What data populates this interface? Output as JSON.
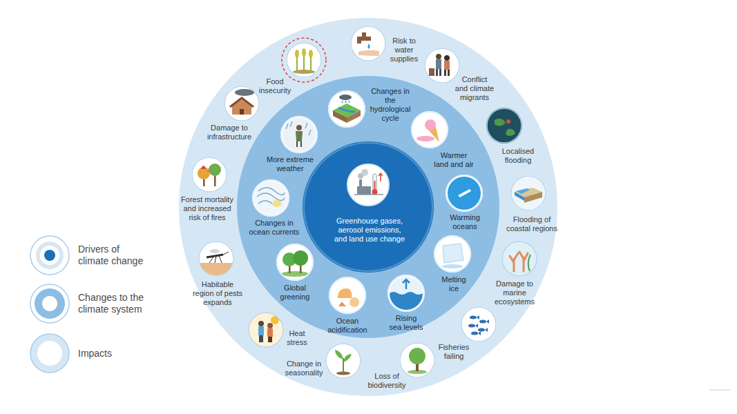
{
  "diagram": {
    "nodes": [
      {
        "text": [
          "Greenhouse gases, aerosol emissions, and land use change"
        ]
      },
      {
        "text": [
          "Changes in the hydrological cycle"
        ]
      },
      {
        "text": [
          "Warmer land and air"
        ]
      },
      {
        "text": [
          "Warming oceans"
        ]
      },
      {
        "text": [
          "Melting ice"
        ]
      },
      {
        "text": [
          "Rising sea levels"
        ]
      },
      {
        "text": [
          "Ocean acidification"
        ]
      },
      {
        "text": [
          "Global greening"
        ]
      },
      {
        "text": [
          "Changes in ocean currents"
        ]
      },
      {
        "text": [
          "More extreme weather"
        ]
      },
      {
        "text": [
          "Risk to water supplies"
        ]
      },
      {
        "text": [
          "Conflict and climate migrants"
        ]
      },
      {
        "text": [
          "Localised flooding"
        ]
      },
      {
        "text": [
          "Flooding of coastal regions"
        ]
      },
      {
        "text": [
          "Damage to marine ecosystems"
        ]
      },
      {
        "text": [
          "Fisheries failing"
        ]
      },
      {
        "text": [
          "Loss of biodiversity"
        ]
      },
      {
        "text": [
          "Change in seasonality"
        ]
      },
      {
        "text": [
          "Heat stress"
        ]
      },
      {
        "text": [
          "Habitable region of pests expands"
        ]
      },
      {
        "text": [
          "Forest mortality and increased risk of fires"
        ]
      },
      {
        "text": [
          "Damage to infrastructure"
        ]
      },
      {
        "text": [
          "Food insecurity"
        ]
      }
    ],
    "legend": [
      {
        "text": "Drivers of climate change"
      },
      {
        "text": "Changes to the climate system"
      },
      {
        "text": "Impacts"
      }
    ]
  }
}
